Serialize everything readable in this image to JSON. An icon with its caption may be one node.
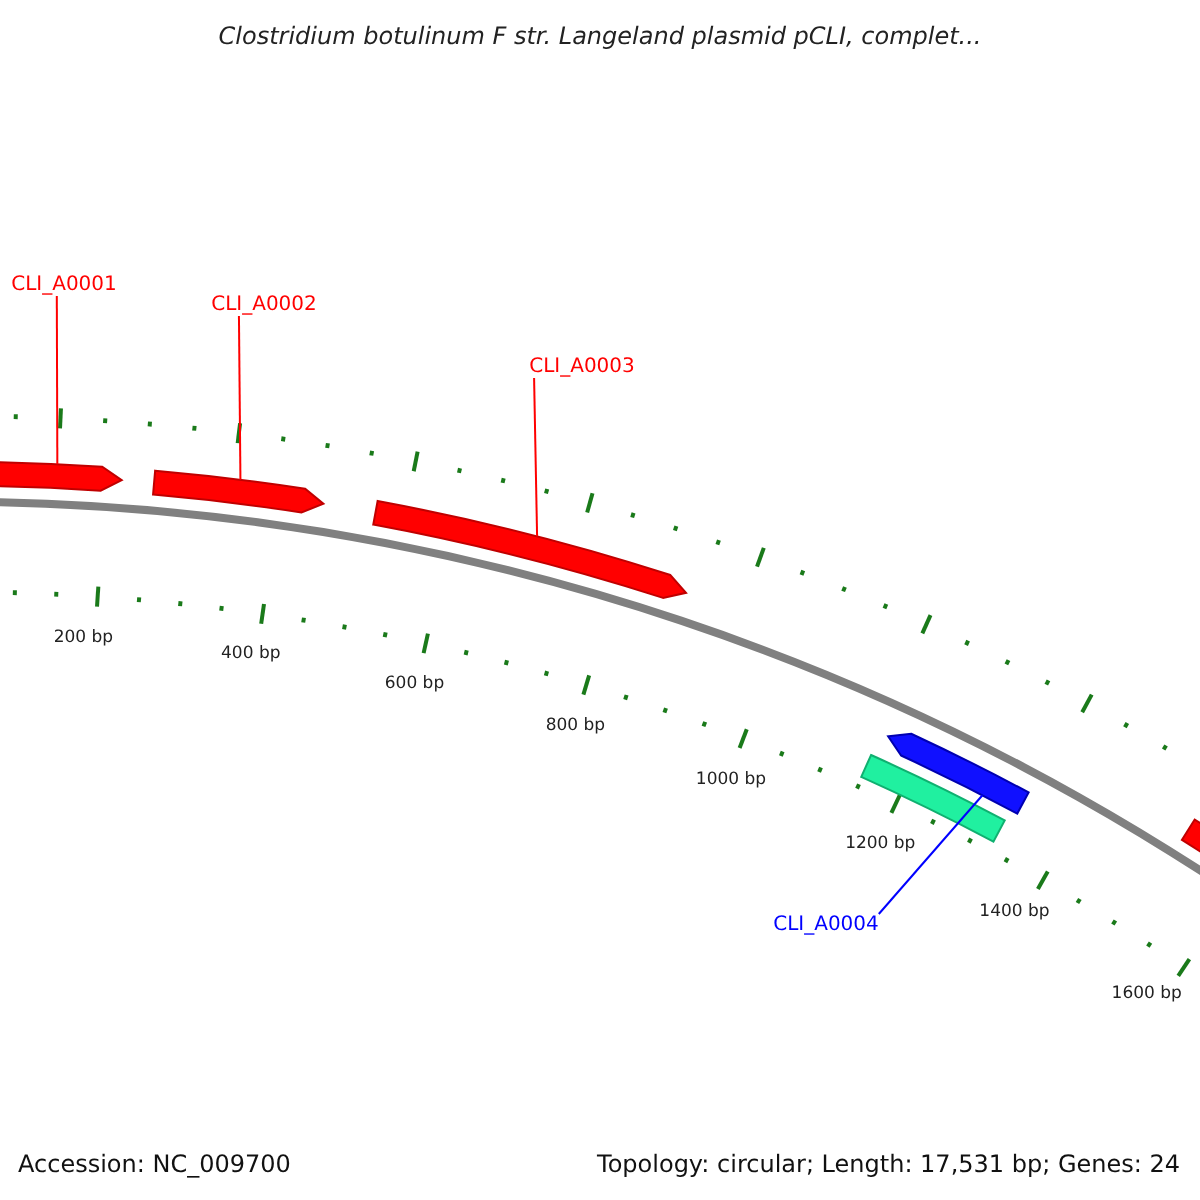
{
  "diagram": {
    "title": "Clostridium botulinum F str. Langeland plasmid pCLI, complet...",
    "nodes": [
      {
        "text": [
          "CLI_A0001"
        ]
      },
      {
        "text": [
          "CLI_A0002"
        ]
      },
      {
        "text": [
          "CLI_A0003"
        ]
      },
      {
        "text": [],
        "shape": "bar"
      },
      {
        "text": [],
        "shape": "bar"
      },
      {
        "text": [],
        "shape": "bar"
      },
      {
        "text": [],
        "shape": "bar"
      },
      {
        "text": [],
        "shape": "bar"
      },
      {
        "text": [
          "CLI_A0004"
        ]
      },
      {
        "text": [],
        "shape": "bar"
      }
    ],
    "edges": [
      {
        "from": 0,
        "to": 3,
        "arrow": "none"
      },
      {
        "from": 1,
        "to": 4,
        "arrow": "none"
      },
      {
        "from": 2,
        "to": 5,
        "arrow": "none"
      },
      {
        "from": 8,
        "to": 6,
        "arrow": "none",
        "color": "#0000ff"
      }
    ],
    "labels": [
      "200 bp",
      "400 bp",
      "600 bp",
      "800 bp",
      "1000 bp",
      "1200 bp",
      "1400 bp",
      "1600 bp",
      "Accession: NC_009700",
      "Topology: circular; Length: 17,531 bp; Genes: 24"
    ]
  }
}
